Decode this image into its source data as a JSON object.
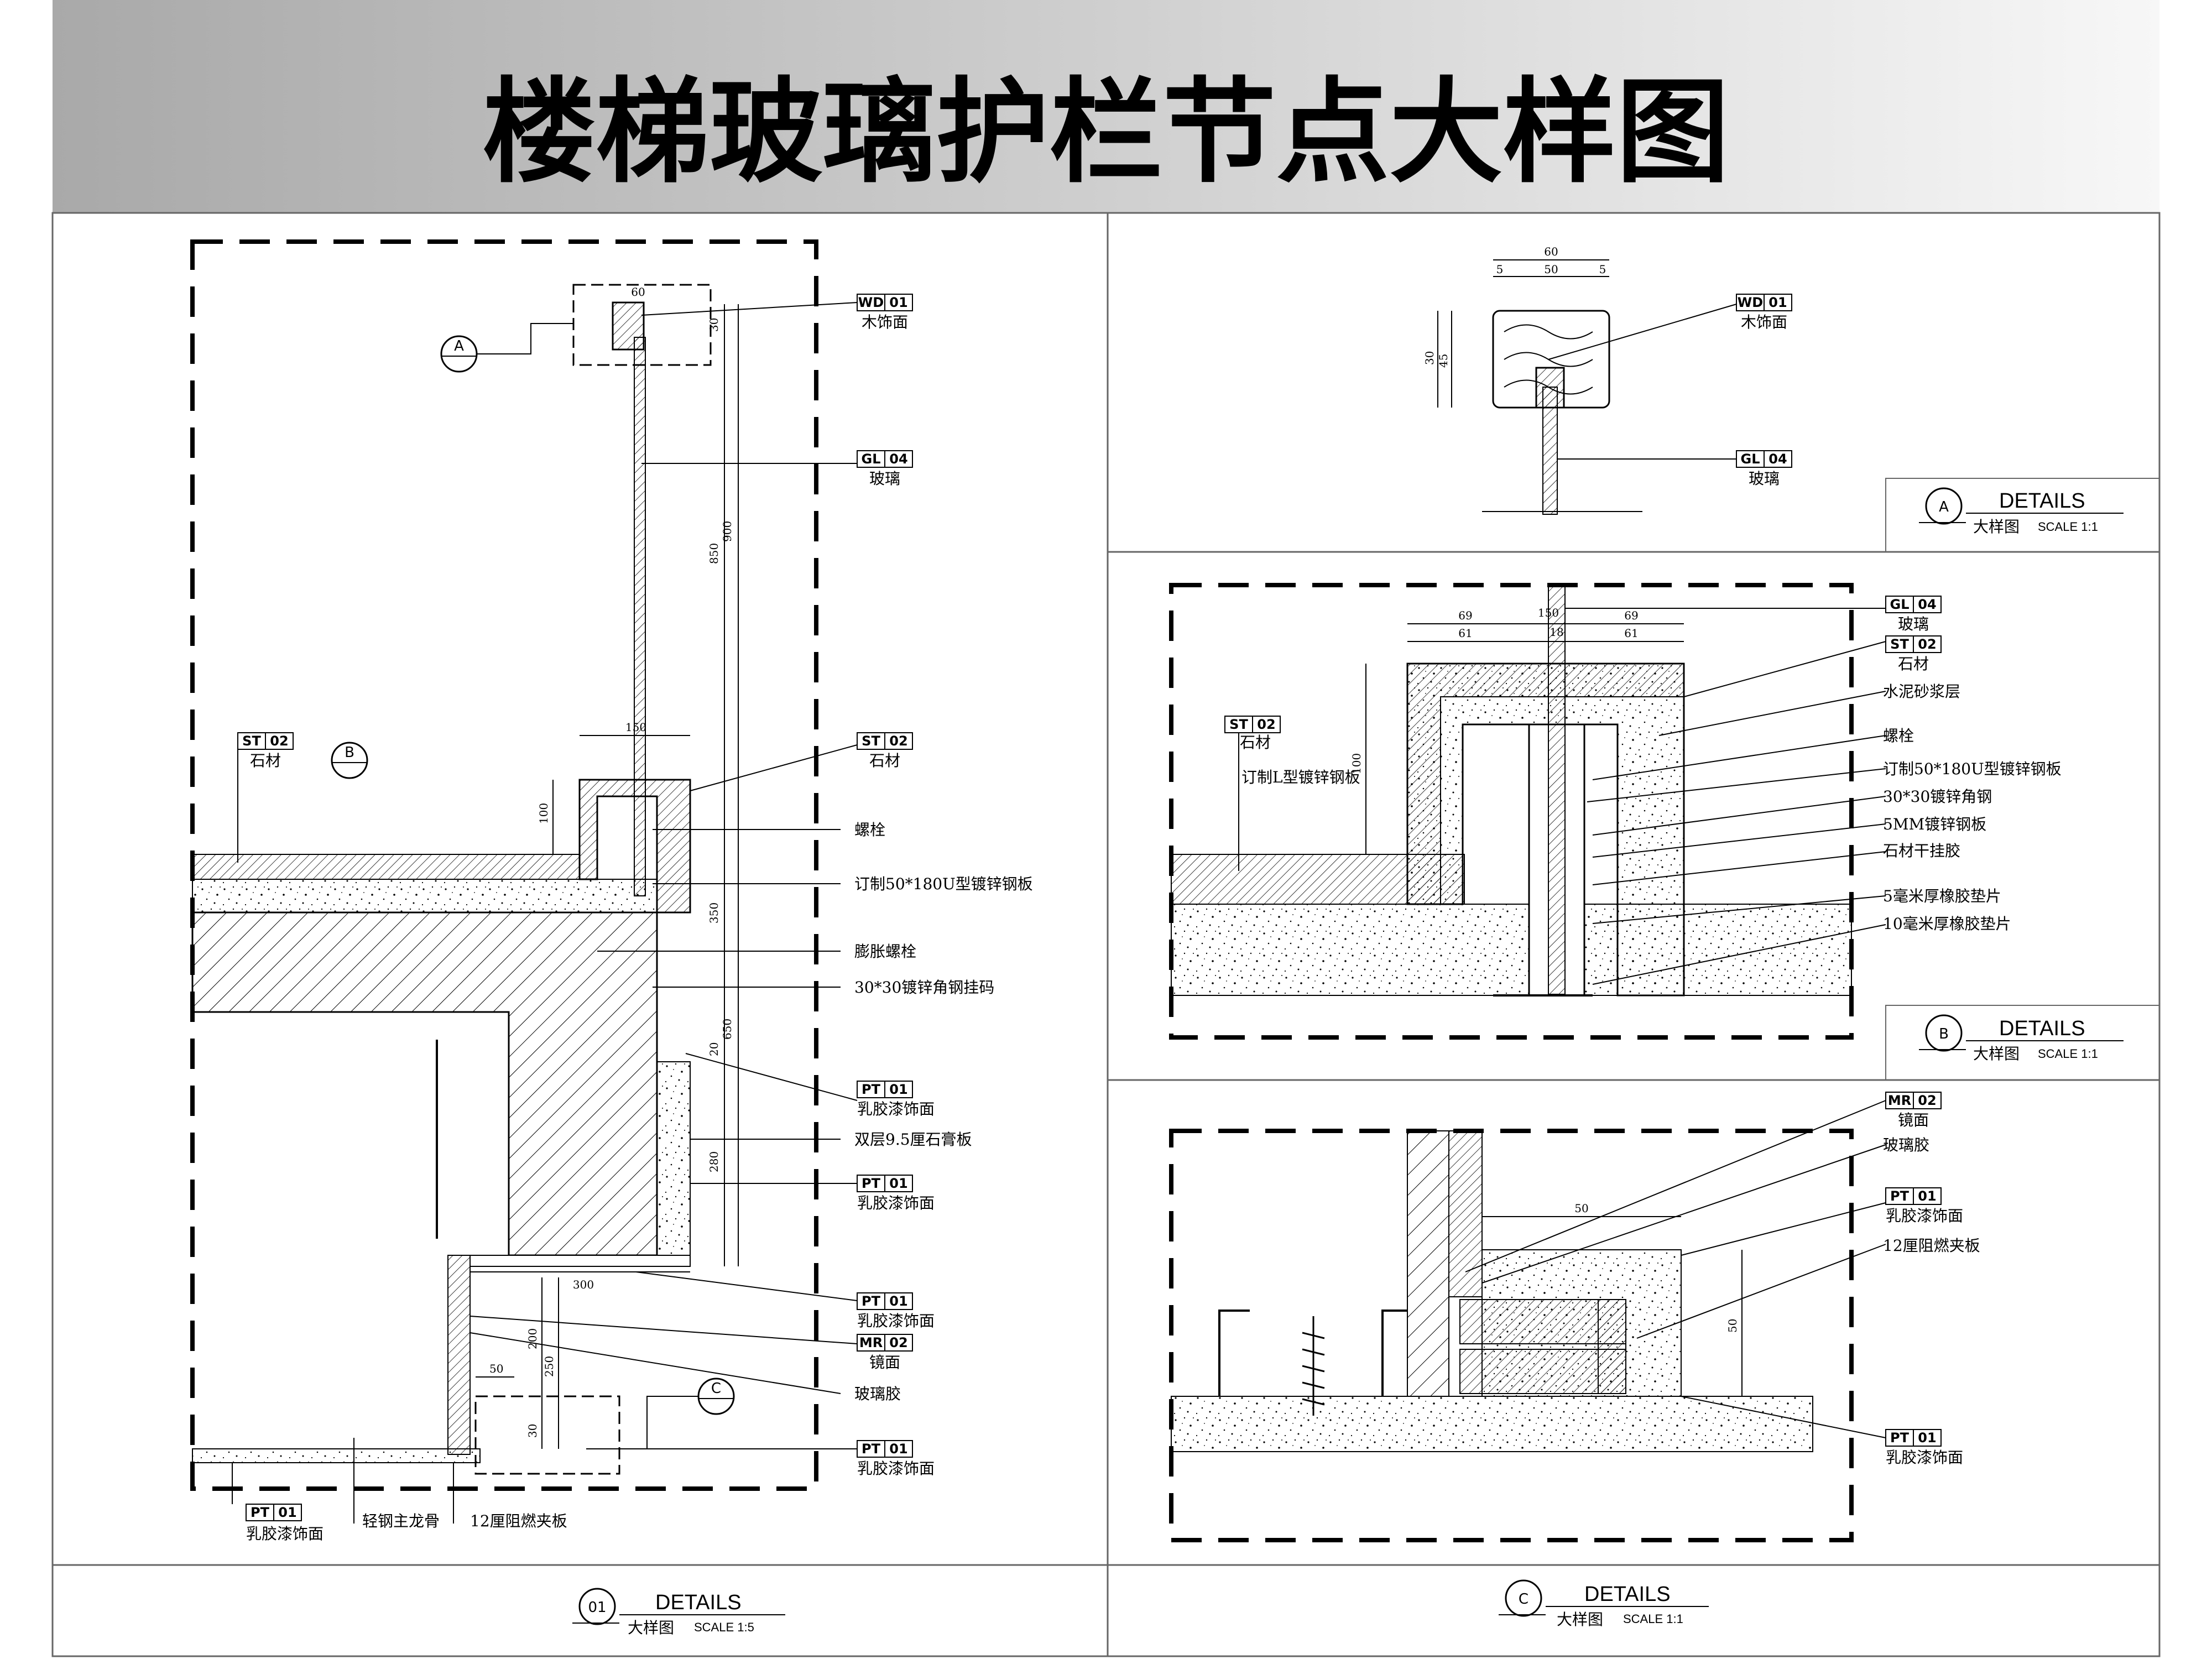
{
  "title": "楼梯玻璃护栏节点大样图",
  "tags": {
    "wd01": {
      "code": "WD",
      "num": "01",
      "desc": "木饰面"
    },
    "gl04": {
      "code": "GL",
      "num": "04",
      "desc": "玻璃"
    },
    "st02": {
      "code": "ST",
      "num": "02",
      "desc": "石材"
    },
    "pt01": {
      "code": "PT",
      "num": "01",
      "desc": "乳胶漆饰面"
    },
    "mr02": {
      "code": "MR",
      "num": "02",
      "desc": "镜面"
    }
  },
  "notes": {
    "bolt": "螺栓",
    "u_plate": "订制50*180U型镀锌钢板",
    "expansion_bolt": "膨胀螺栓",
    "angle_hanger": "30*30镀锌角钢挂码",
    "gypsum": "双层9.5厘石膏板",
    "glass_glue": "玻璃胶",
    "light_keel": "轻钢主龙骨",
    "fire_board": "12厘阻燃夹板",
    "mortar": "水泥砂浆层",
    "angle_steel": "30*30镀锌角钢",
    "steel_5mm": "5MM镀锌钢板",
    "stone_glue": "石材干挂胶",
    "rubber5": "5毫米厚橡胶垫片",
    "rubber10": "10毫米厚橡胶垫片",
    "l_plate": "订制L型镀锌钢板"
  },
  "callouts": {
    "a": "A",
    "b": "B",
    "c": "C",
    "d1": "01"
  },
  "title_blocks": {
    "details": "DETAILS",
    "dayangtu": "大样图",
    "scale_15": "SCALE  1:5",
    "scale_11": "SCALE  1:1"
  },
  "dims": {
    "d60": "60",
    "d30": "30",
    "d900": "900",
    "d850": "850",
    "d150": "150",
    "d100": "100",
    "d350": "350",
    "d650": "650",
    "d20": "20",
    "d280": "280",
    "d300": "300",
    "d200": "200",
    "d250": "250",
    "d50": "50",
    "d5": "5",
    "d45": "45",
    "d69": "69",
    "d61": "61",
    "d18": "18"
  }
}
